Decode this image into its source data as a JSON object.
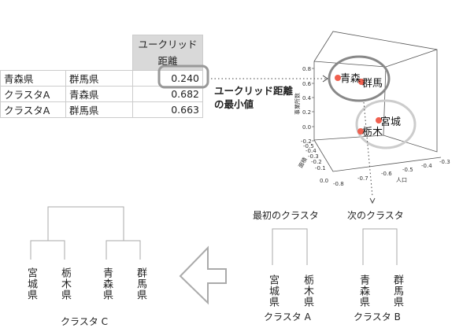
{
  "table": {
    "header": "ユークリッド距離",
    "header_line1": "ユークリッド",
    "header_line2": "距離",
    "rows": [
      {
        "a": "青森県",
        "b": "群馬県",
        "d": "0.240"
      },
      {
        "a": "クラスタA",
        "b": "青森県",
        "d": "0.682"
      },
      {
        "a": "クラスタA",
        "b": "群馬県",
        "d": "0.663"
      }
    ]
  },
  "annotation": {
    "line1": "ユークリッド距離",
    "line2": "の最小値"
  },
  "plot": {
    "z_ticks": [
      "0.8",
      "0.6",
      "0.4",
      "0.2",
      "0.0",
      "-0.2"
    ],
    "x_ticks": [
      "-0.8",
      "-0.7",
      "-0.6",
      "-0.5",
      "-0.4",
      "-0.3"
    ],
    "y_ticks": [
      "-0.5",
      "-0.4",
      "-0.3",
      "-0.2",
      "-0.1",
      "0.0"
    ],
    "x_label": "人口",
    "z_label": "事業所数",
    "y_label": "面積",
    "points": [
      {
        "name": "青森"
      },
      {
        "name": "群馬"
      },
      {
        "name": "宮城"
      },
      {
        "name": "栃木"
      }
    ],
    "point_color": "#f0604f"
  },
  "dendro": {
    "first": "最初のクラスタ",
    "next": "次のクラスタ",
    "a_leaves": [
      "宮城県",
      "栃木県"
    ],
    "b_leaves": [
      "青森県",
      "群馬県"
    ],
    "c_leaves": [
      "宮城県",
      "栃木県",
      "青森県",
      "群馬県"
    ],
    "a_label": "クラスタ A",
    "b_label": "クラスタ B",
    "c_label": "クラスタ C"
  }
}
